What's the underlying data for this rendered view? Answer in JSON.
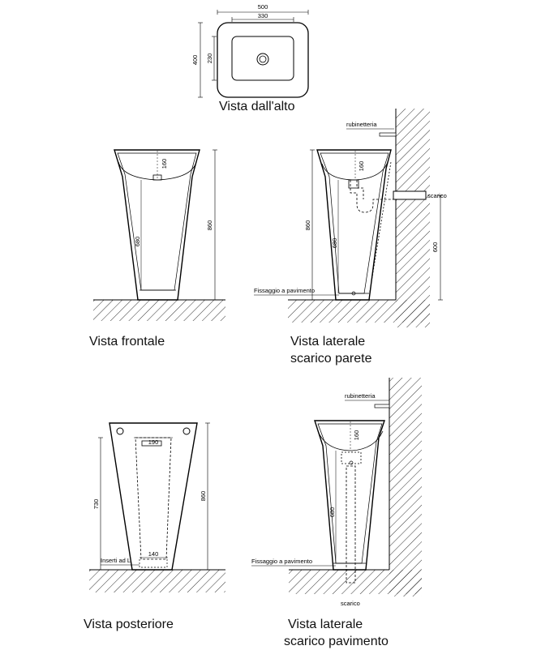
{
  "top_view": {
    "caption": "Vista dall'alto",
    "dim_width_outer": "500",
    "dim_width_inner": "330",
    "dim_depth_outer": "400",
    "dim_depth_inner": "230"
  },
  "front_view": {
    "caption": "Vista frontale",
    "dim_bowl_depth": "160",
    "dim_total_height": "860",
    "dim_body_height": "680"
  },
  "side_wall_view": {
    "caption_line1": "Vista laterale",
    "caption_line2": "scarico parete",
    "label_faucet": "rubinetteria",
    "label_drain": "scarico",
    "label_floor_fix": "Fissaggio a pavimento",
    "dim_total_height": "860",
    "dim_body_height": "680",
    "dim_drain_height": "600",
    "dim_bowl_depth": "160"
  },
  "rear_view": {
    "caption": "Vista posteriore",
    "dim_top_opening": "190",
    "dim_bottom_opening": "140",
    "dim_opening_height": "730",
    "dim_total_height": "860",
    "label_inserts": "Inserti ad L"
  },
  "side_floor_view": {
    "caption_line1": "Vista laterale",
    "caption_line2": "scarico pavimento",
    "label_faucet": "rubinetteria",
    "label_drain": "scarico",
    "label_floor_fix": "Fissaggio a pavimento",
    "dim_bowl_depth": "160",
    "dim_body_height": "680"
  }
}
